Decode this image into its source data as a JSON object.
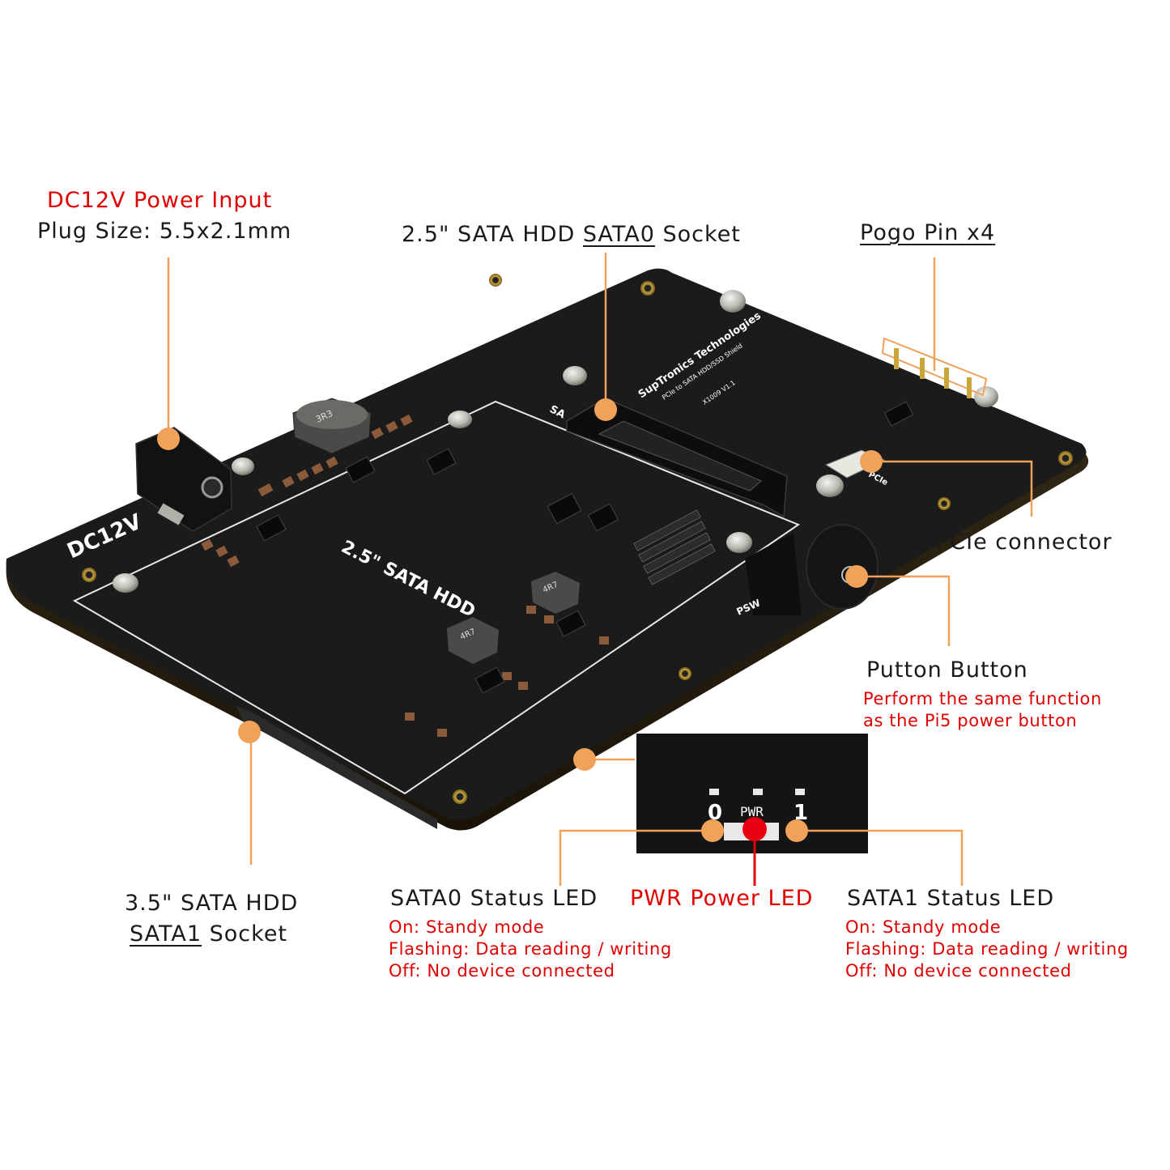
{
  "labels": {
    "dc_power_title": "DC12V Power Input",
    "dc_power_plug": "Plug Size: 5.5x2.1mm",
    "sata0_socket_prefix": "2.5\" SATA HDD ",
    "sata0_socket_name": "SATA0",
    "sata0_socket_suffix": " Socket",
    "pogo_pin": "Pogo Pin x4",
    "pcie_connector": "PCIe connector",
    "button_title": "Putton Button",
    "button_desc_1": "Perform the same function",
    "button_desc_2": "as the Pi5 power button",
    "sata1_socket_line1": "3.5\" SATA HDD",
    "sata1_socket_name": "SATA1",
    "sata1_socket_suffix": " Socket",
    "sata0_led_title": "SATA0 Status LED",
    "sata0_led_on": "On: Standy mode",
    "sata0_led_flash": "Flashing: Data reading / writing",
    "sata0_led_off": "Off: No device connected",
    "pwr_led_title": "PWR Power LED",
    "sata1_led_title": "SATA1 Status LED",
    "sata1_led_on": "On: Standy mode",
    "sata1_led_flash": "Flashing: Data reading / writing",
    "sata1_led_off": "Off: No device connected"
  },
  "board_silkscreen": {
    "brand": "SupTronics Technologies",
    "model_line": "PCIe to SATA HDD/SSD Shield",
    "version": "X1009 V1.1",
    "dc_label": "DC12V",
    "hdd_label": "2.5\" SATA HDD",
    "pcie_label": "PCIe",
    "psw_label": "PSW",
    "sata_label": "SA",
    "inductor_big": "3R3",
    "inductor_small_1": "4R7",
    "inductor_small_2": "4R7"
  },
  "led_inset": {
    "led0": "0",
    "pwr": "PWR",
    "led1": "1"
  },
  "colors": {
    "callout_orange": "#f0a15a",
    "callout_line": "#f0a15a",
    "pwr_red": "#e60012",
    "board_black": "#181818",
    "text_red": "#e00000"
  }
}
